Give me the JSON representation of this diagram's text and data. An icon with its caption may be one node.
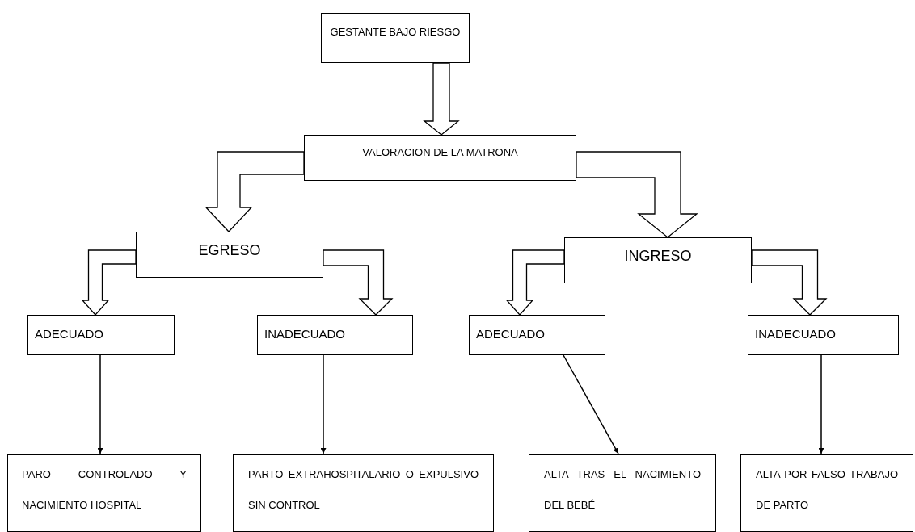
{
  "diagram": {
    "nodes": [
      {
        "text": [
          "GESTANTE BAJO RIESGO"
        ]
      },
      {
        "text": [
          "VALORACION DE LA MATRONA"
        ]
      },
      {
        "text": [
          "EGRESO"
        ]
      },
      {
        "text": [
          "INGRESO"
        ]
      },
      {
        "text": [
          "ADECUADO"
        ]
      },
      {
        "text": [
          "INADECUADO"
        ]
      },
      {
        "text": [
          "ADECUADO"
        ]
      },
      {
        "text": [
          "INADECUADO"
        ]
      },
      {
        "text": [
          "PARO CONTROLADO Y NACIMIENTO HOSPITAL"
        ]
      },
      {
        "text": [
          "PARTO EXTRAHOSPITALARIO O EXPULSIVO SIN CONTROL"
        ]
      },
      {
        "text": [
          "ALTA TRAS EL NACIMIENTO DEL BEBÉ"
        ]
      },
      {
        "text": [
          "ALTA POR FALSO TRABAJO DE PARTO"
        ]
      }
    ],
    "edges": [
      {
        "from": 0,
        "to": 1,
        "arrow": "to",
        "style": "thick"
      },
      {
        "from": 1,
        "to": 2,
        "arrow": "to",
        "style": "thick"
      },
      {
        "from": 1,
        "to": 3,
        "arrow": "to",
        "style": "thick"
      },
      {
        "from": 2,
        "to": 4,
        "arrow": "to",
        "style": "thick"
      },
      {
        "from": 2,
        "to": 5,
        "arrow": "to",
        "style": "thick"
      },
      {
        "from": 3,
        "to": 6,
        "arrow": "to",
        "style": "thick"
      },
      {
        "from": 3,
        "to": 7,
        "arrow": "to",
        "style": "thick"
      },
      {
        "from": 4,
        "to": 8,
        "arrow": "to"
      },
      {
        "from": 5,
        "to": 9,
        "arrow": "to"
      },
      {
        "from": 6,
        "to": 10,
        "arrow": "to"
      },
      {
        "from": 7,
        "to": 11,
        "arrow": "to"
      }
    ]
  }
}
